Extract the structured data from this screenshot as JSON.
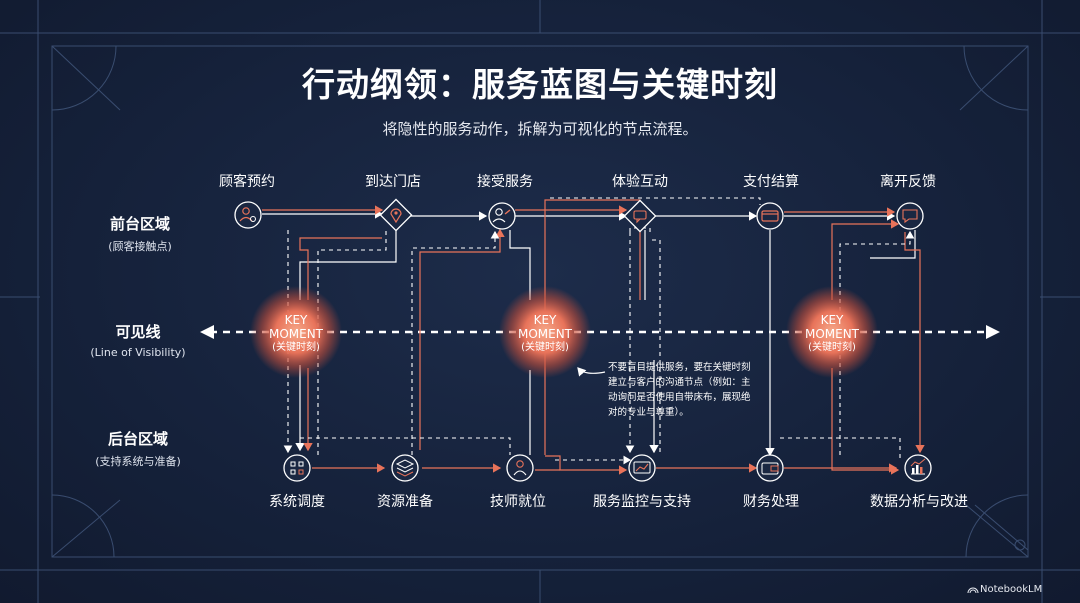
{
  "title": "行动纲领：服务蓝图与关键时刻",
  "subtitle": "将隐性的服务动作，拆解为可视化的节点流程。",
  "lanes": {
    "front": {
      "label": "前台区域",
      "sub": "(顾客接触点)"
    },
    "visibility": {
      "label": "可见线",
      "sub": "(Line of Visibility)"
    },
    "back": {
      "label": "后台区域",
      "sub": "(支持系统与准备)"
    }
  },
  "front_steps": [
    "顾客预约",
    "到达门店",
    "接受服务",
    "体验互动",
    "支付结算",
    "离开反馈"
  ],
  "back_steps": [
    "系统调度",
    "资源准备",
    "技师就位",
    "服务监控与支持",
    "财务处理",
    "数据分析与改进"
  ],
  "key_moments": [
    {
      "l1": "KEY",
      "l2": "MOMENT",
      "l3": "(关键时刻)"
    },
    {
      "l1": "KEY",
      "l2": "MOMENT",
      "l3": "(关键时刻)"
    },
    {
      "l1": "KEY",
      "l2": "MOMENT",
      "l3": "(关键时刻)"
    }
  ],
  "note": "不要盲目提供服务，要在关键时刻建立与客户的沟通节点（例如：主动询问是否使用自带床布，展现绝对的专业与尊重）。",
  "brand": "NotebookLM",
  "colors": {
    "background": "#15213a",
    "accent": "#e8735a",
    "line": "#ffffff"
  },
  "icons": [
    "user-icon",
    "location-pin-icon",
    "technician-icon",
    "chat-icon",
    "card-icon",
    "feedback-icon",
    "dispatch-icon",
    "layers-icon",
    "worker-icon",
    "monitor-chart-icon",
    "wallet-icon",
    "analytics-icon"
  ]
}
